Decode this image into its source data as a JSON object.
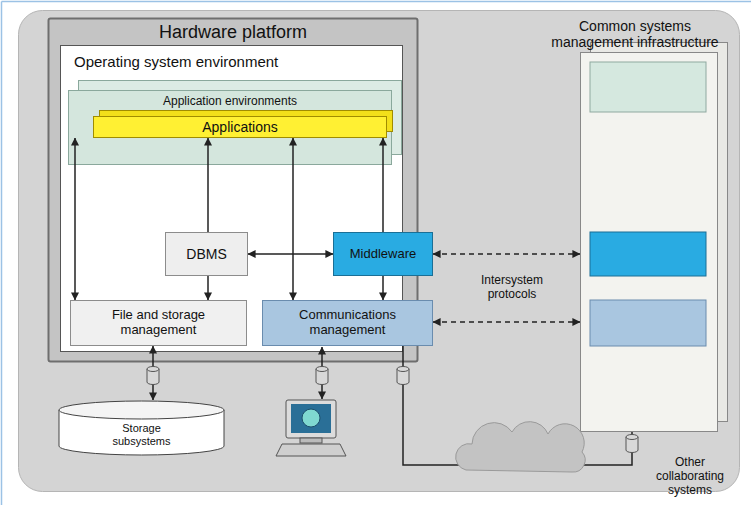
{
  "diagram": {
    "nodes": [
      {
        "text": [
          "Common systems management infrastructure"
        ]
      },
      {
        "text": [
          "Hardware platform"
        ],
        "in": 0
      },
      {
        "text": [
          "Operating system environment"
        ],
        "in": 1
      },
      {
        "text": [
          "Application environments"
        ],
        "in": 2
      },
      {
        "text": [
          "Applications"
        ],
        "in": 3
      },
      {
        "text": [
          "DBMS"
        ],
        "in": 2
      },
      {
        "text": [
          "Middleware"
        ],
        "in": 2
      },
      {
        "text": [
          "File and storage management"
        ],
        "in": 2
      },
      {
        "text": [
          "Communications management"
        ],
        "in": 2
      },
      {
        "text": [
          "Storage subsystems"
        ],
        "in": 0
      },
      {
        "text": [
          "Other collaborating systems"
        ],
        "in": 0
      }
    ],
    "edges": [
      {
        "from": 4,
        "to": 7,
        "arrow": "both"
      },
      {
        "from": 5,
        "to": 4,
        "arrow": "to"
      },
      {
        "from": 5,
        "to": 7,
        "arrow": "to"
      },
      {
        "from": 5,
        "to": 6,
        "arrow": "both"
      },
      {
        "from": 4,
        "to": 8,
        "arrow": "both"
      },
      {
        "from": 6,
        "to": 4,
        "arrow": "to"
      },
      {
        "from": 6,
        "to": 8,
        "arrow": "to"
      },
      {
        "from": 6,
        "to": 10,
        "arrow": "both"
      },
      {
        "from": 8,
        "to": 10,
        "arrow": "both"
      },
      {
        "from": 7,
        "to": 9,
        "arrow": "both"
      },
      {
        "from": 8,
        "to": 10,
        "arrow": "none"
      }
    ],
    "labels": [
      "Intersystem protocols"
    ]
  }
}
